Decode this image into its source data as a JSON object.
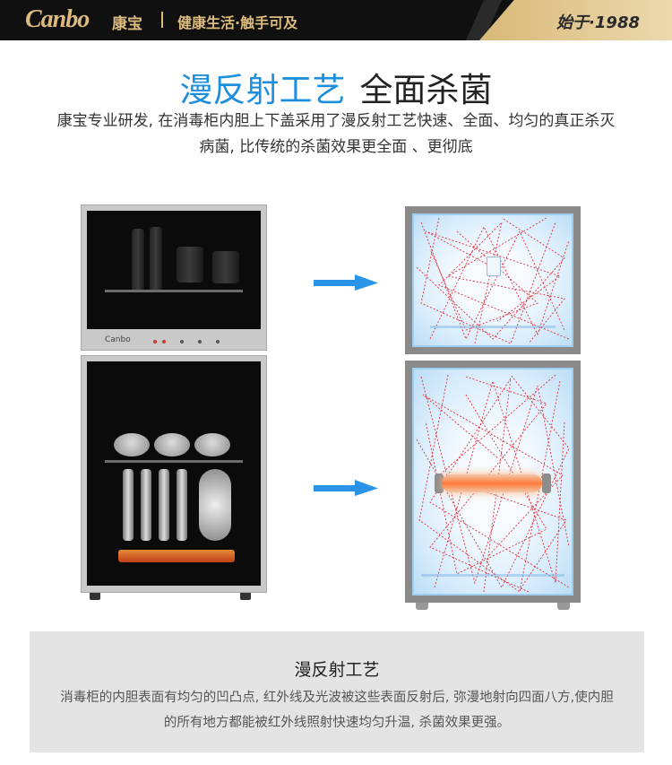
{
  "header": {
    "logo": "Canbo",
    "logo_cn": "康宝",
    "slogan": "健康生活·触手可及",
    "since": "始于·1988"
  },
  "title": {
    "highlight": "漫反射工艺",
    "main": "全面杀菌"
  },
  "description": "康宝专业研发, 在消毒柜内胆上下盖采用了漫反射工艺快速、全面、均匀的真正杀灭病菌, 比传统的杀菌效果更全面 、更彻底",
  "cabinet_left": {
    "brand_label": "Canbo"
  },
  "colors": {
    "accent_blue": "#1e8fde",
    "gold": "#dcbc7e",
    "ray_red": "#e0303a"
  },
  "info": {
    "title": "漫反射工艺",
    "text": "消毒柜的内胆表面有均匀的凹凸点, 红外线及光波被这些表面反射后, 弥漫地射向四面八方,使内胆的所有地方都能被红外线照射快速均匀升温, 杀菌效果更强。"
  }
}
